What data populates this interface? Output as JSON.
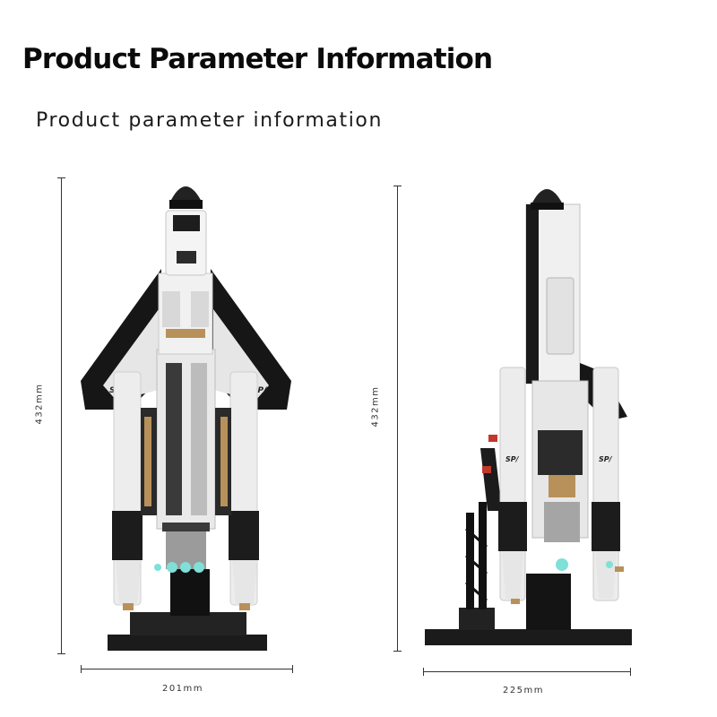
{
  "header": {
    "title": "Product Parameter Information",
    "subtitle": "Product parameter information"
  },
  "front_view": {
    "height_label": "432mm",
    "width_label": "201mm",
    "logo_text": "SP/"
  },
  "side_view": {
    "height_label": "432mm",
    "width_label": "225mm",
    "logo_text": "SP/"
  },
  "colors": {
    "body_white": "#ededed",
    "dark": "#1b1b1b",
    "accent_gold": "#b8915a",
    "thruster_cyan": "#7fe0d8"
  }
}
